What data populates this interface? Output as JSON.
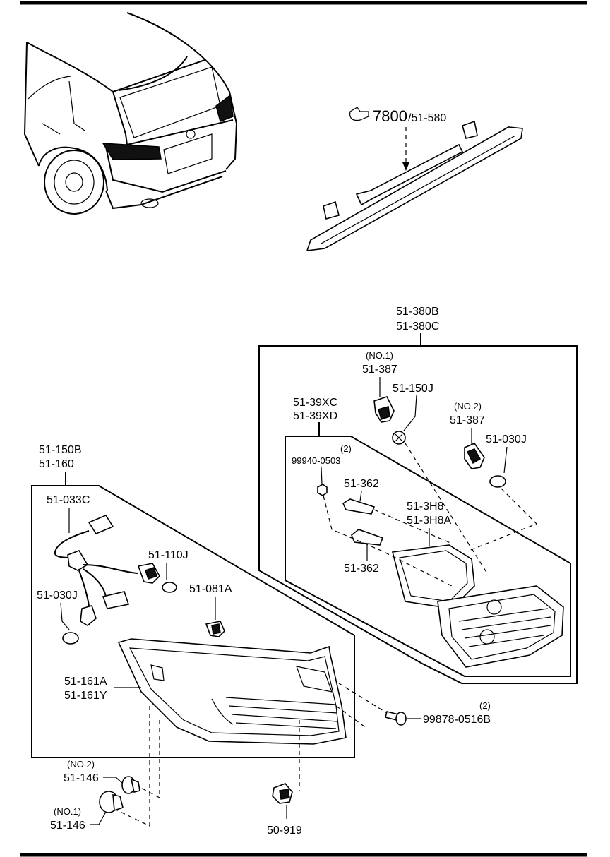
{
  "ref_note": {
    "main": "7800",
    "sub": "/51-580"
  },
  "labels": {
    "assy_380_a": "51-380B",
    "assy_380_b": "51-380C",
    "bulb_no1_qty": "(NO.1)",
    "bulb_no1": "51-387",
    "socket_150j_upper": "51-150J",
    "lens_39_a": "51-39XC",
    "lens_39_b": "51-39XD",
    "bulb_no2_qty": "(NO.2)",
    "bulb_no2": "51-387",
    "bulb_030j_upper": "51-030J",
    "nut_qty": "(2)",
    "nut": "99940-0503",
    "pad_upper": "51-362",
    "gasket_a": "51-3H8",
    "gasket_b": "51-3H8A",
    "pad_lower": "51-362",
    "assy_150b": "51-150B",
    "assy_160": "51-160",
    "harness": "51-033C",
    "socket_110j": "51-110J",
    "bulb_030j_lower": "51-030J",
    "clip_081a": "51-081A",
    "lamp_161a": "51-161A",
    "lamp_161y": "51-161Y",
    "bolt_qty": "(2)",
    "bolt": "99878-0516B",
    "grom_no2_qty": "(NO.2)",
    "grom_no2": "51-146",
    "grom_no1_qty": "(NO.1)",
    "grom_no1": "51-146",
    "clip_919": "50-919"
  }
}
